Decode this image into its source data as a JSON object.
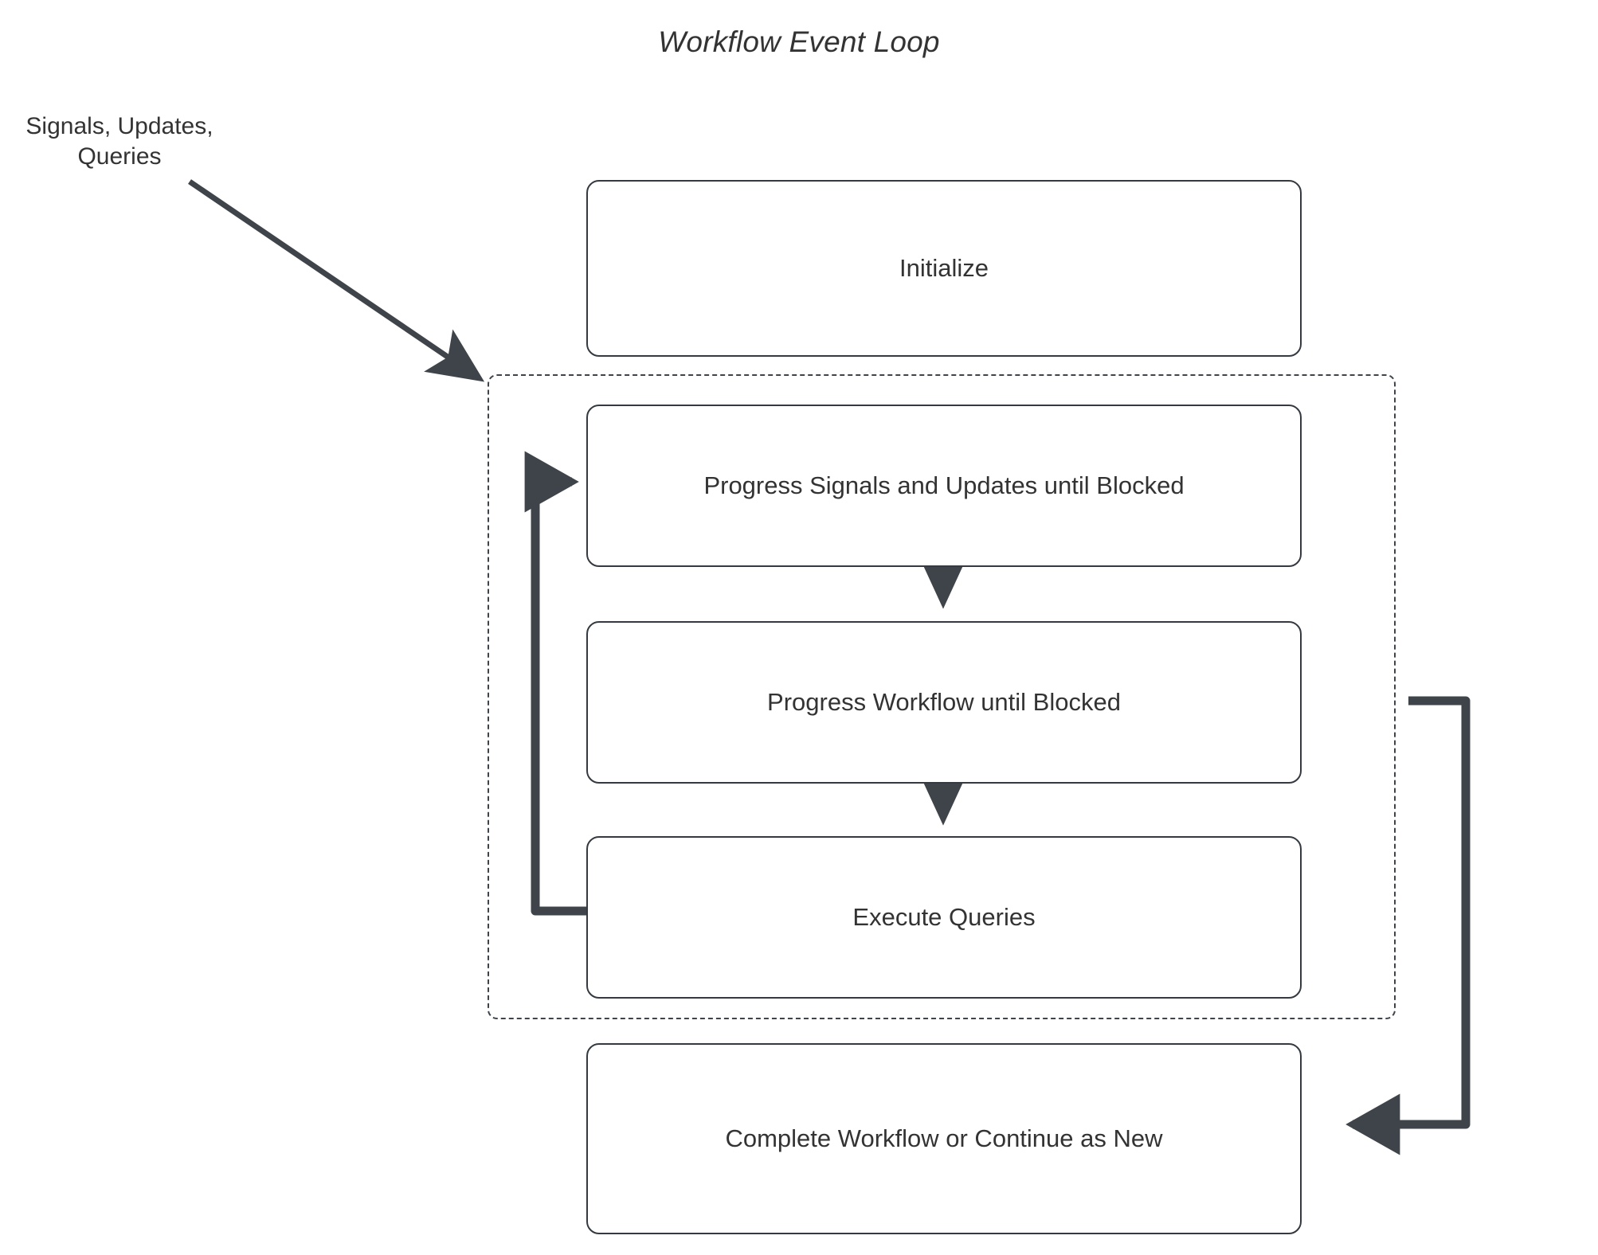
{
  "diagram": {
    "title": "Workflow Event Loop",
    "type": "flowchart",
    "direction": "top-to-bottom",
    "accent_color": "#3f444a",
    "node_border_color": "#343a40",
    "text_color": "#333333",
    "background_color": "#ffffff"
  },
  "annotations": [
    {
      "id": "input-label",
      "name": "signals-updates-queries-label",
      "text": "Signals, Updates,\nQueries"
    }
  ],
  "cluster": {
    "id": "event-loop-cluster",
    "name": "event-loop-cluster",
    "label": "",
    "style": "dashed"
  },
  "nodes": [
    {
      "id": "initialize",
      "label": "Initialize"
    },
    {
      "id": "progress-signals",
      "label": "Progress Signals and Updates until Blocked"
    },
    {
      "id": "progress-workflow",
      "label": "Progress Workflow until Blocked"
    },
    {
      "id": "execute-queries",
      "label": "Execute Queries"
    },
    {
      "id": "complete-workflow",
      "label": "Complete Workflow or Continue as New"
    }
  ],
  "edges": [
    {
      "id": "edge-input-to-loop",
      "from": "input-label",
      "to": "event-loop-cluster",
      "label": "",
      "style": "thin-arrow"
    },
    {
      "id": "edge-signals-to-workflow",
      "from": "progress-signals",
      "to": "progress-workflow",
      "label": "",
      "style": "thin-arrow"
    },
    {
      "id": "edge-workflow-to-queries",
      "from": "progress-workflow",
      "to": "execute-queries",
      "label": "",
      "style": "thin-arrow"
    },
    {
      "id": "edge-queries-loopback",
      "from": "execute-queries",
      "to": "progress-signals",
      "label": "",
      "style": "thick-arrow"
    },
    {
      "id": "edge-loop-to-complete",
      "from": "event-loop-cluster",
      "to": "complete-workflow",
      "label": "",
      "style": "thick-arrow"
    }
  ]
}
